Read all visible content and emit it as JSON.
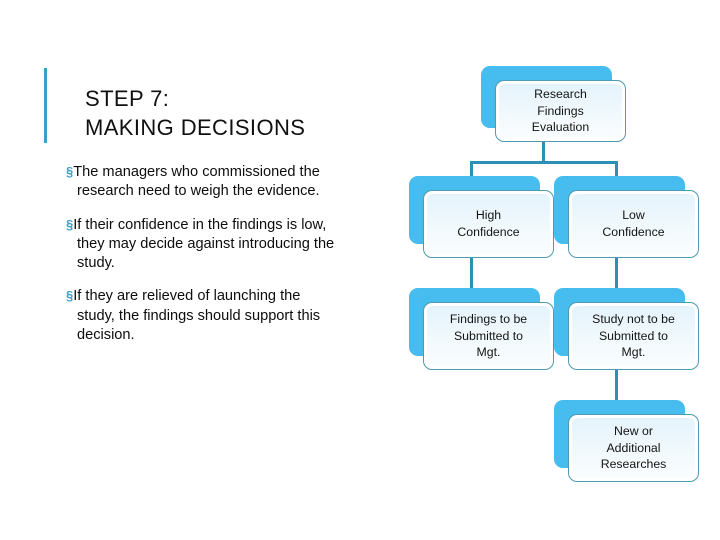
{
  "slide": {
    "title": "STEP 7:\nMAKING DECISIONS",
    "accent_color": "#3C9FC9",
    "background": "#ffffff",
    "bullet_marker": "§",
    "bullets": [
      "The managers who commissioned the research need to weigh the evidence.",
      "If their confidence in the findings is low, they may decide against introducing the study.",
      "If they are relieved of launching the study, the findings should support this decision."
    ]
  },
  "flowchart": {
    "node_fill": "#47BDEF",
    "node_border": "#4E9BB0",
    "connector_color": "#2E8FB5",
    "nodes": [
      {
        "id": "research-findings-evaluation",
        "label": "Research\nFindings\nEvaluation"
      },
      {
        "id": "high-confidence",
        "label": "High\nConfidence"
      },
      {
        "id": "low-confidence",
        "label": "Low\nConfidence"
      },
      {
        "id": "findings-submitted",
        "label": "Findings to be\nSubmitted to\nMgt."
      },
      {
        "id": "study-not-submitted",
        "label": "Study not to be\nSubmitted to\nMgt."
      },
      {
        "id": "new-additional-researches",
        "label": "New or\nAdditional\nResearches"
      }
    ]
  }
}
